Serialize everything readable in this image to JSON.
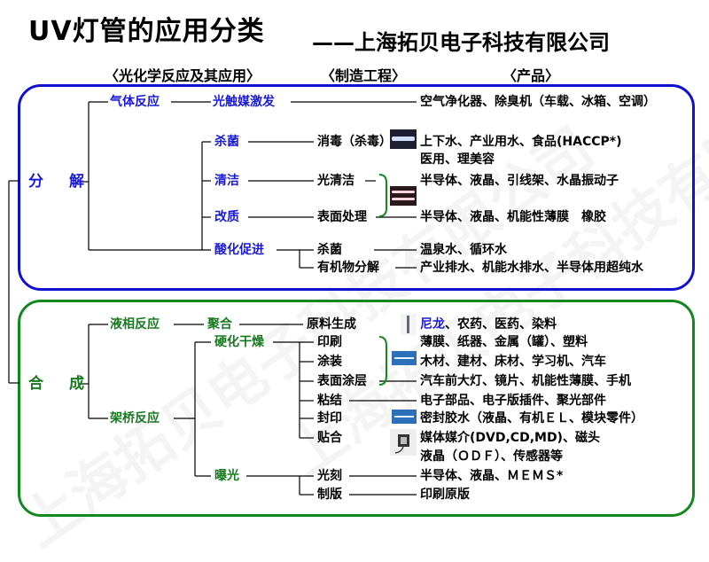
{
  "title": "UV灯管的应用分类",
  "company": "——上海拓贝电子科技有限公司",
  "headers": {
    "reaction": "〈光化学反应及其应用〉",
    "process": "〈制造工程〉",
    "product": "〈产品〉"
  },
  "decompose": {
    "label": "分　解",
    "branches": {
      "gas": "气体反应",
      "photocatalyst": "光触媒激发",
      "sterilize": "杀菌",
      "clean": "清洁",
      "modify": "改质",
      "oxidize": "酸化促进"
    },
    "processes": {
      "disinfect": "消毒（杀毒）",
      "optical_clean": "光清洁",
      "surface_treat": "表面处理",
      "oxidize_sterilize": "杀菌",
      "organic": "有机物分解"
    },
    "products": {
      "air": "空气净化器、除臭机（车载、冰箱、空调）",
      "water_1": "上下水、产业用水、食品(HACCP*)",
      "water_2": "医用、理美容",
      "semi_1": "半导体、液晶、引线架、水晶振动子",
      "semi_2": "半导体、液晶、机能性薄膜　橡胶",
      "spa": "温泉水、循环水",
      "waste": "产业排水、机能水排水、半导体用超纯水"
    }
  },
  "synthesis": {
    "label": "合　成",
    "branches": {
      "liquid": "液相反应",
      "polymer": "聚合",
      "crosslink": "架桥反应",
      "cure": "硬化干燥",
      "expose": "曝光"
    },
    "processes": {
      "raw": "原料生成",
      "print": "印刷",
      "coat": "涂装",
      "surface_coat": "表面涂层",
      "bond": "粘结",
      "seal": "封印",
      "laminate": "贴合",
      "litho": "光刻",
      "plate": "制版"
    },
    "products": {
      "nylon_1": "尼龙",
      "nylon_2": "、农药、医药、染料",
      "film": "薄膜、纸器、金属（罐）、塑料",
      "wood": "木材、建材、床材、学习机、汽车",
      "headlight": "汽车前大灯、镜片、机能性薄膜、手机",
      "parts": "电子部品、电子版插件、聚光部件",
      "sealant": "密封胶水（液晶、有机ＥＬ、模块零件）",
      "media": "媒体媒介(DVD,CD,MD)、磁头",
      "lcd": "液晶（ＯＤＦ）、传感器等",
      "mems": "半导体、液晶、ＭＥＭＳ*",
      "plate": "印刷原版"
    }
  },
  "watermark": "上海拓贝电子科技有限公司",
  "colors": {
    "decompose": "#1a1ad6",
    "synthesis": "#177a20",
    "connector": "#14881e"
  }
}
